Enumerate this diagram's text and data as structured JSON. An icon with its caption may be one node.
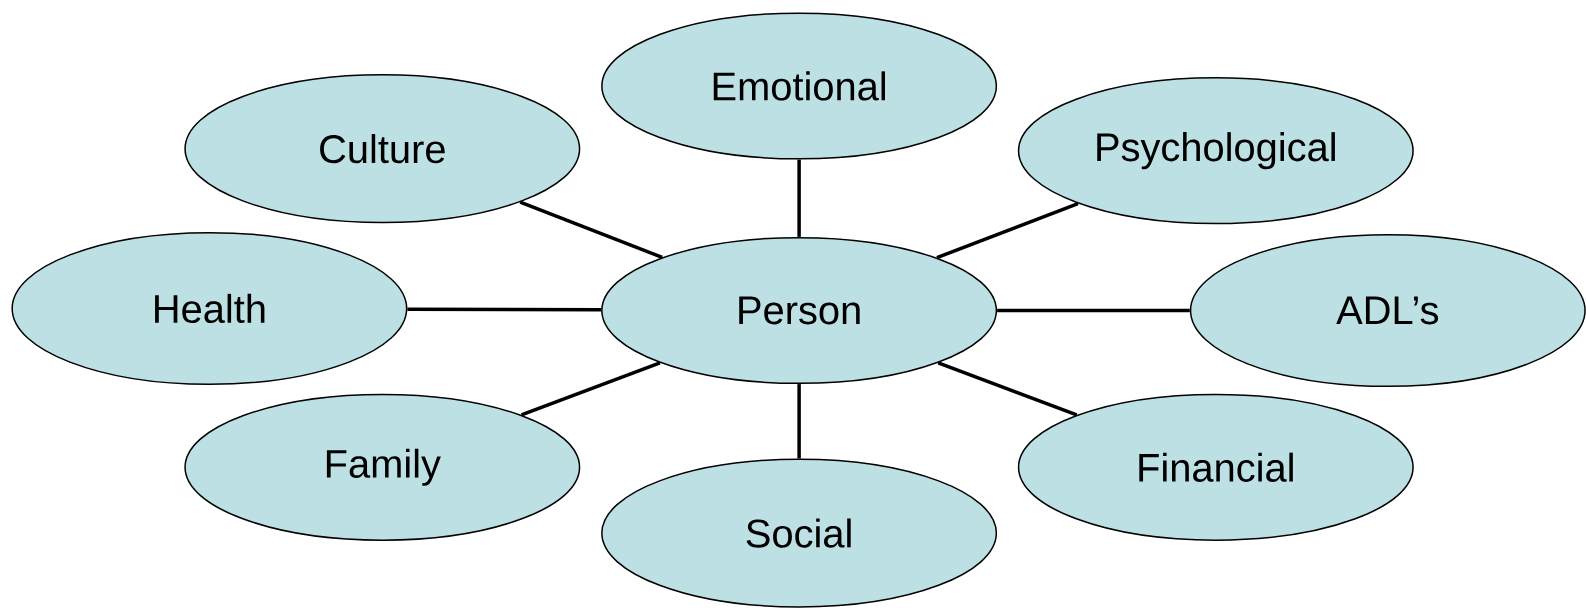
{
  "diagram": {
    "nodes": [
      {
        "text": [
          "Emotional"
        ]
      },
      {
        "text": [
          "Culture"
        ]
      },
      {
        "text": [
          "Psychological"
        ]
      },
      {
        "text": [
          "Health"
        ]
      },
      {
        "text": [
          "Person"
        ]
      },
      {
        "text": [
          "ADL’s"
        ]
      },
      {
        "text": [
          "Family"
        ]
      },
      {
        "text": [
          "Financial"
        ]
      },
      {
        "text": [
          "Social"
        ]
      }
    ],
    "edges": [
      {
        "from": 4,
        "to": 0,
        "arrow": "none"
      },
      {
        "from": 4,
        "to": 1,
        "arrow": "none"
      },
      {
        "from": 4,
        "to": 2,
        "arrow": "none"
      },
      {
        "from": 4,
        "to": 3,
        "arrow": "none"
      },
      {
        "from": 4,
        "to": 5,
        "arrow": "none"
      },
      {
        "from": 4,
        "to": 6,
        "arrow": "none"
      },
      {
        "from": 4,
        "to": 7,
        "arrow": "none"
      },
      {
        "from": 4,
        "to": 8,
        "arrow": "none"
      }
    ]
  }
}
